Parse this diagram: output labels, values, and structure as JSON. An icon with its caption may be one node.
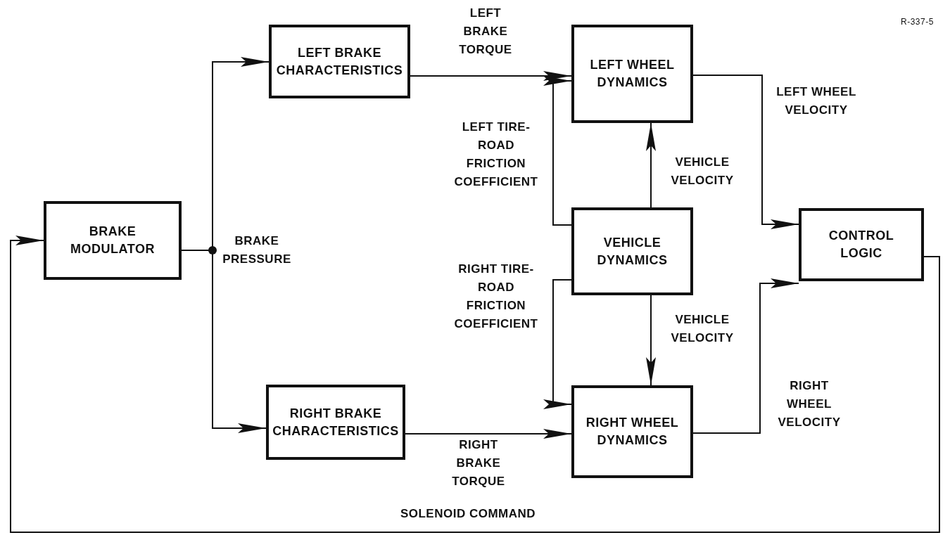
{
  "diagram": {
    "nodes": [
      {
        "text": [
          "BRAKE MODULATOR"
        ]
      },
      {
        "text": [
          "LEFT BRAKE CHARACTERISTICS"
        ]
      },
      {
        "text": [
          "RIGHT BRAKE CHARACTERISTICS"
        ]
      },
      {
        "text": [
          "LEFT WHEEL DYNAMICS"
        ]
      },
      {
        "text": [
          "VEHICLE DYNAMICS"
        ]
      },
      {
        "text": [
          "RIGHT WHEEL DYNAMICS"
        ]
      },
      {
        "text": [
          "CONTROL LOGIC"
        ]
      }
    ],
    "edges": [
      {
        "from": 0,
        "to": 1,
        "arrow": "to",
        "label": "BRAKE PRESSURE"
      },
      {
        "from": 0,
        "to": 2,
        "arrow": "to"
      },
      {
        "from": 1,
        "to": 3,
        "arrow": "to",
        "label": "LEFT BRAKE TORQUE"
      },
      {
        "from": 2,
        "to": 5,
        "arrow": "to",
        "label": "RIGHT BRAKE TORQUE"
      },
      {
        "from": 4,
        "to": 3,
        "arrow": "to",
        "label": "VEHICLE VELOCITY"
      },
      {
        "from": 4,
        "to": 5,
        "arrow": "to",
        "label": "VEHICLE VELOCITY"
      },
      {
        "from": 4,
        "to": 3,
        "arrow": "to",
        "label": "LEFT TIRE-ROAD FRICTION COEFFICIENT"
      },
      {
        "from": 4,
        "to": 5,
        "arrow": "to",
        "label": "RIGHT TIRE-ROAD FRICTION COEFFICIENT"
      },
      {
        "from": 3,
        "to": 6,
        "arrow": "to",
        "label": "LEFT WHEEL VELOCITY"
      },
      {
        "from": 5,
        "to": 6,
        "arrow": "to",
        "label": "RIGHT WHEEL VELOCITY"
      },
      {
        "from": 6,
        "to": 0,
        "arrow": "to",
        "label": "SOLENOID COMMAND"
      }
    ],
    "labels": [
      "R-337-5"
    ]
  }
}
